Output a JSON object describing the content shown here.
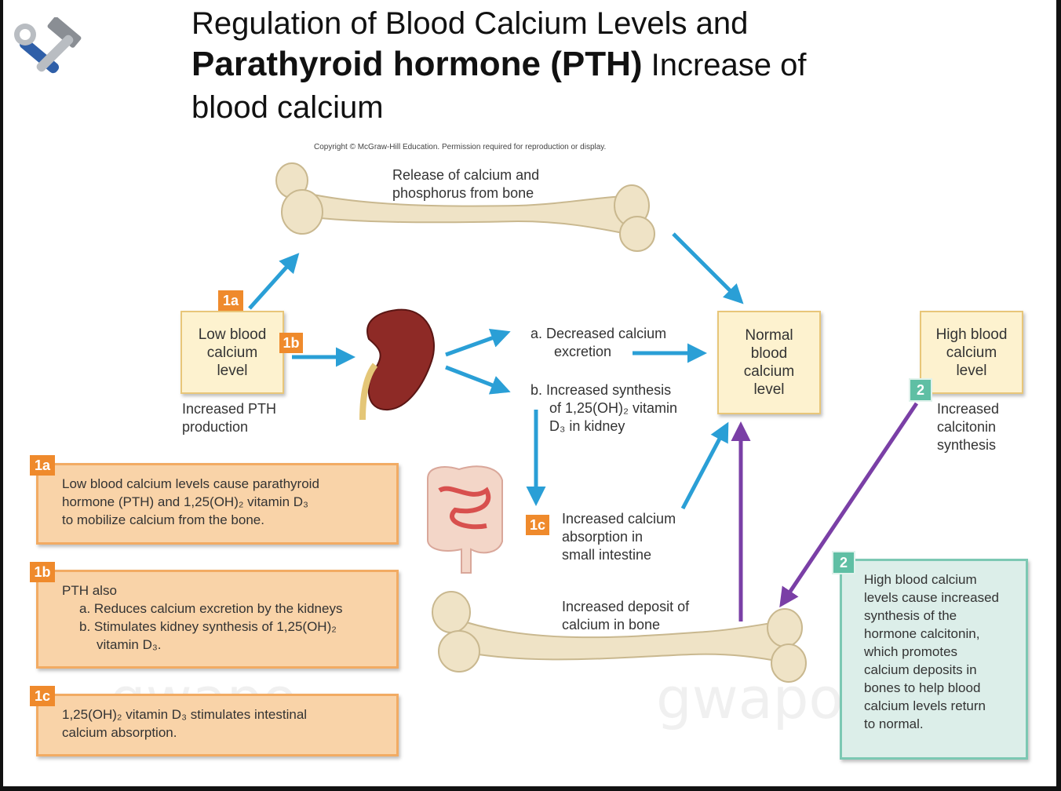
{
  "title": {
    "line1": "Regulation of Blood Calcium Levels and",
    "line2_bold": "Parathyroid hormone (PTH)",
    "line2_rest": " Increase of",
    "line3": "blood calcium"
  },
  "copyright": "Copyright © McGraw-Hill Education. Permission required for reproduction or display.",
  "icon": "tools-icon",
  "diagram": {
    "bone_release": {
      "line1": "Release of calcium and",
      "line2": "phosphorus from bone"
    },
    "low_box": {
      "line1": "Low blood",
      "line2": "calcium",
      "line3": "level"
    },
    "pth_label": {
      "line1": "Increased PTH",
      "line2": "production"
    },
    "step_1a": "1a",
    "step_1b": "1b",
    "step_1c": "1c",
    "step_2": "2",
    "decreased_excretion": {
      "line1": "a. Decreased calcium",
      "line2": "excretion"
    },
    "increased_synthesis": {
      "line1": "b. Increased synthesis",
      "line2": "of 1,25(OH)₂ vitamin",
      "line3": "D₃ in kidney"
    },
    "normal_box": {
      "line1": "Normal",
      "line2": "blood",
      "line3": "calcium",
      "line4": "level"
    },
    "high_box": {
      "line1": "High blood",
      "line2": "calcium",
      "line3": "level"
    },
    "calcitonin_label": {
      "line1": "Increased",
      "line2": "calcitonin",
      "line3": "synthesis"
    },
    "absorption_label": {
      "line1": "Increased calcium",
      "line2": "absorption in",
      "line3": "small intestine"
    },
    "deposit_label": {
      "line1": "Increased deposit of",
      "line2": "calcium in bone"
    }
  },
  "notes": {
    "n1a": {
      "badge": "1a",
      "line1": "Low blood calcium levels cause parathyroid",
      "line2": "hormone (PTH) and 1,25(OH)₂ vitamin D₃",
      "line3": "to mobilize calcium from the bone."
    },
    "n1b": {
      "badge": "1b",
      "line1": "PTH also",
      "line2": "a. Reduces calcium excretion by the kidneys",
      "line3": "b. Stimulates kidney synthesis of 1,25(OH)₂",
      "line4": "vitamin D₃."
    },
    "n1c": {
      "badge": "1c",
      "line1": "1,25(OH)₂ vitamin D₃ stimulates intestinal",
      "line2": "calcium absorption."
    },
    "n2": {
      "badge": "2",
      "line1": "High blood calcium",
      "line2": "levels cause increased",
      "line3": "synthesis of the",
      "line4": "hormone calcitonin,",
      "line5": "which promotes",
      "line6": "calcium deposits in",
      "line7": "bones to help blood",
      "line8": "calcium levels return",
      "line9": "to normal."
    }
  },
  "watermark": "gwapo",
  "colors": {
    "blue_arrow": "#2a9fd6",
    "purple_arrow": "#7a3fa6",
    "orange": "#ef8a2c",
    "teal": "#5fbfa4",
    "bone": "#efe3c6"
  }
}
